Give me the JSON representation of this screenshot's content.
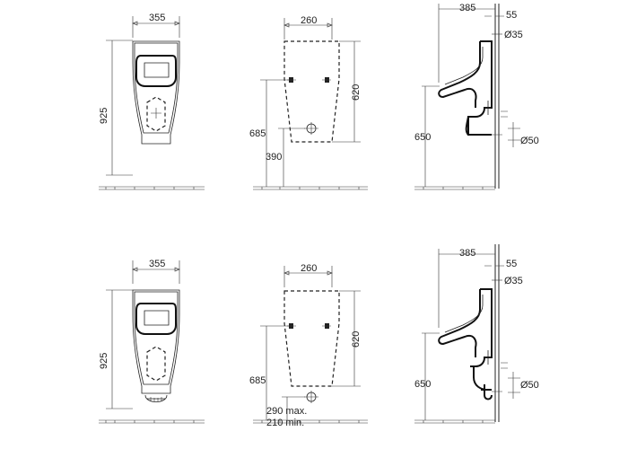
{
  "colors": {
    "line": "#222222",
    "background": "#ffffff"
  },
  "row1": {
    "front": {
      "width": "355",
      "height": "925"
    },
    "back": {
      "width": "260",
      "height": "620",
      "fix_height": "685",
      "outlet_height": "390"
    },
    "side": {
      "depth": "385",
      "wall": "55",
      "inlet": "Ø35",
      "rim_height": "650",
      "outlet": "Ø50"
    }
  },
  "row2": {
    "front": {
      "width": "355",
      "height": "925"
    },
    "back": {
      "width": "260",
      "height": "620",
      "fix_height": "685",
      "outlet_max": "290 max.",
      "outlet_min": "210 min."
    },
    "side": {
      "depth": "385",
      "wall": "55",
      "inlet": "Ø35",
      "rim_height": "650",
      "outlet": "Ø50"
    }
  }
}
